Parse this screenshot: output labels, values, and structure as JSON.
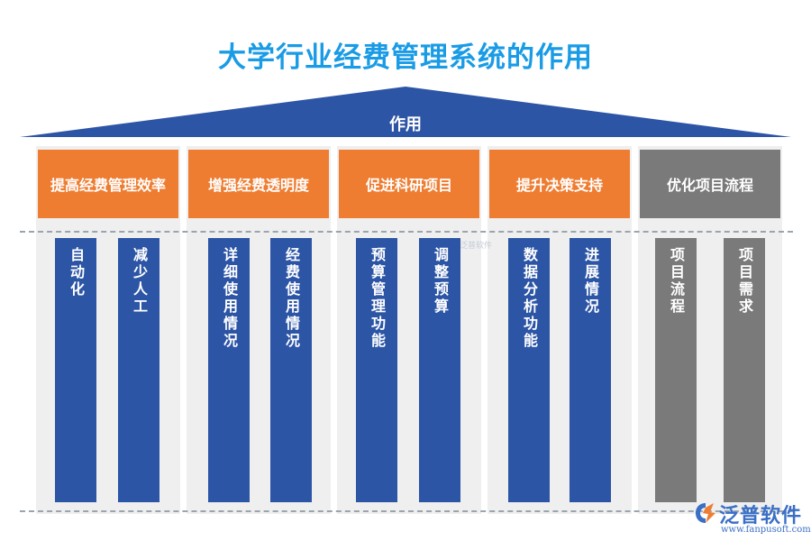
{
  "title": "大学行业经费管理系统的作用",
  "roof_label": "作用",
  "colors": {
    "title": "#1a9be6",
    "roof": "#2d55a6",
    "orange_header": "#ee7d31",
    "gray_header": "#7a7a7a",
    "blue_pillar": "#2d55a6",
    "gray_pillar": "#7a7a7a"
  },
  "categories": [
    {
      "header": "提高经费管理效率",
      "pillars": [
        "自动化",
        "减少人工"
      ]
    },
    {
      "header": "增强经费透明度",
      "pillars": [
        "详细使用情况",
        "经费使用情况"
      ]
    },
    {
      "header": "促进科研项目",
      "pillars": [
        "预算管理功能",
        "调整预算"
      ]
    },
    {
      "header": "提升决策支持",
      "pillars": [
        "数据分析功能",
        "进展情况"
      ]
    },
    {
      "header": "优化项目流程",
      "pillars": [
        "项目流程",
        "项目需求"
      ]
    }
  ],
  "watermark": "泛普软件",
  "logo": {
    "name": "泛普软件",
    "url": "www.fanpusoft.com",
    "icon": "fanpu-logo-icon"
  }
}
